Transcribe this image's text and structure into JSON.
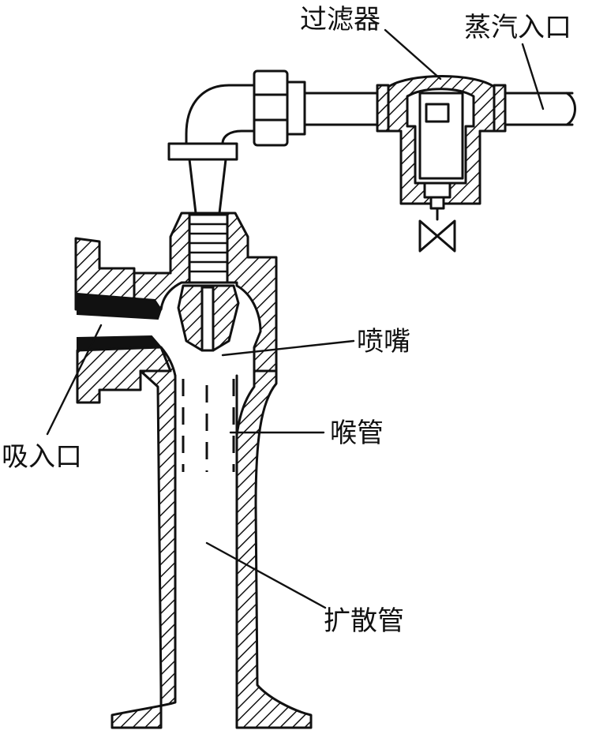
{
  "labels": {
    "filter": "过滤器",
    "steam_inlet": "蒸汽入口",
    "nozzle": "喷嘴",
    "throat": "喉管",
    "suction_inlet": "吸入口",
    "diffuser": "扩散管"
  }
}
